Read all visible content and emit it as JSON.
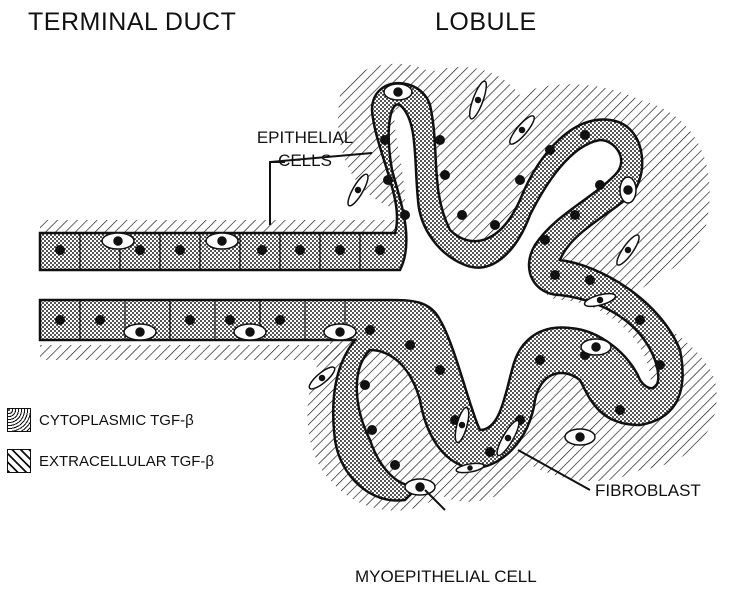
{
  "titles": {
    "left": "TERMINAL DUCT",
    "right": "LOBULE"
  },
  "labels": {
    "epithelial_line1": "EPITHELIAL",
    "epithelial_line2": "CELLS",
    "fibroblast": "FIBROBLAST",
    "myoepithelial": "MYOEPITHELIAL CELL"
  },
  "legend": {
    "cytoplasmic": "CYTOPLASMIC TGF-β",
    "extracellular": "EXTRACELLULAR TGF-β"
  },
  "colors": {
    "ink": "#111111",
    "paper": "#ffffff"
  }
}
